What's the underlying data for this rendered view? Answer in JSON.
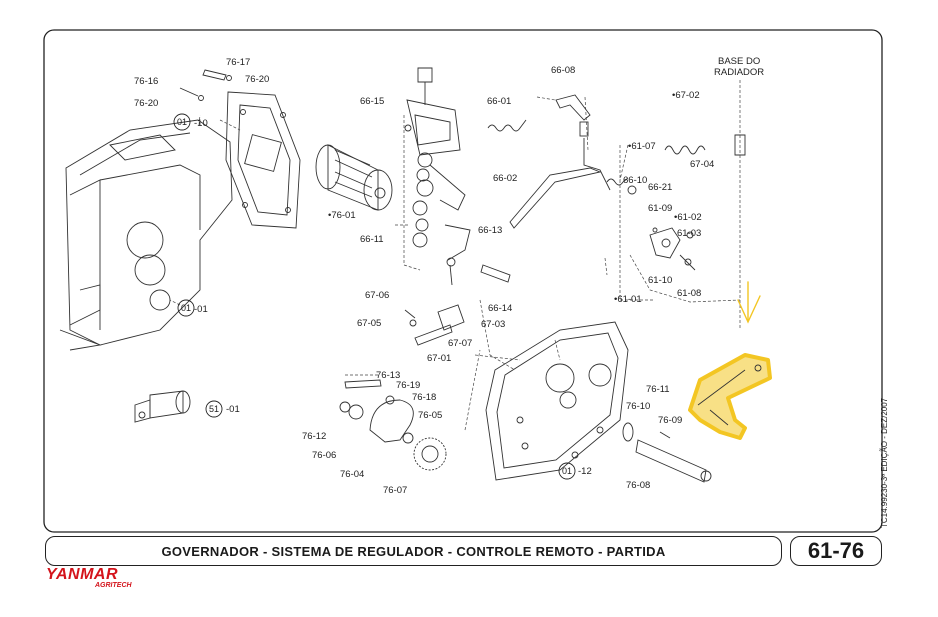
{
  "title": "GOVERNADOR - SISTEMA DE REGULADOR - CONTROLE REMOTO - PARTIDA",
  "page_number": "61-76",
  "brand": {
    "name": "YANMAR",
    "sub": "AGRITECH",
    "color": "#d4141c"
  },
  "side_code": "TC14.99230-3ª EDIÇÃO - DEZ/2007",
  "note": "BASE DO RADIADOR",
  "labels": {
    "l7617": "76-17",
    "l7616": "76-16",
    "l7620a": "76-20",
    "l7620b": "76-20",
    "l10": "-10",
    "l01": "-01",
    "l6615": "66-15",
    "l7601": "•76-01",
    "l6611": "66-11",
    "l6601": "66-01",
    "l6608": "66-08",
    "l6702": "•67-02",
    "l6107": "•61-07",
    "l6704": "67-04",
    "l6602": "66-02",
    "l6610": "66-10",
    "l6621": "66-21",
    "l6109": "61-09",
    "l6102": "•61-02",
    "l6103": "61-03",
    "l6613": "66-13",
    "l6110": "61-10",
    "l6108": "61-08",
    "l6101": "•61-01",
    "l6706": "67-06",
    "l6614": "66-14",
    "l6705": "67-05",
    "l6703": "67-03",
    "l6707": "67-07",
    "l6701": "67-01",
    "l7613": "76-13",
    "l7619": "76-19",
    "l7618": "76-18",
    "l7611": "76-11",
    "l7610": "76-10",
    "l7612": "76-12",
    "l7605": "76-05",
    "l7609": "76-09",
    "l7606": "76-06",
    "l7604": "76-04",
    "l7607": "76-07",
    "l12": "-12",
    "l7608": "76-08",
    "l5101": "-01"
  },
  "circles": {
    "c01a": "01",
    "c01b": "01",
    "c51": "51",
    "c01c": "01"
  },
  "highlight_color": "#f3c623"
}
